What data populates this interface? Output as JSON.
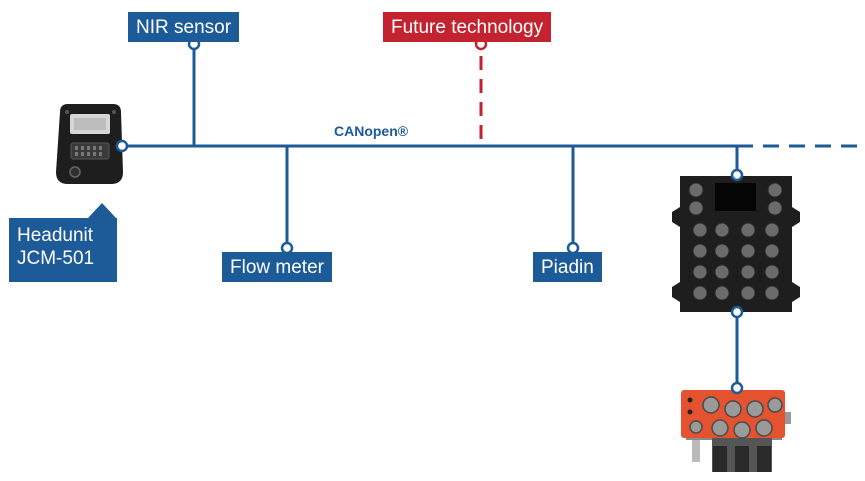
{
  "colors": {
    "network_blue": "#1c5a98",
    "future_red": "#c3232e",
    "device_dark": "#1e1e1e",
    "valve_orange": "#e5522f"
  },
  "bus": {
    "label": "CANopen®"
  },
  "nodes": {
    "nir_sensor": "NIR sensor",
    "future_technology": "Future technology",
    "flow_meter": "Flow meter",
    "piadin": "Piadin",
    "headunit_line1": "Headunit",
    "headunit_line2": "JCM-501"
  },
  "icons": [
    "headunit-device-icon",
    "junction-box-icon",
    "valve-block-icon"
  ]
}
